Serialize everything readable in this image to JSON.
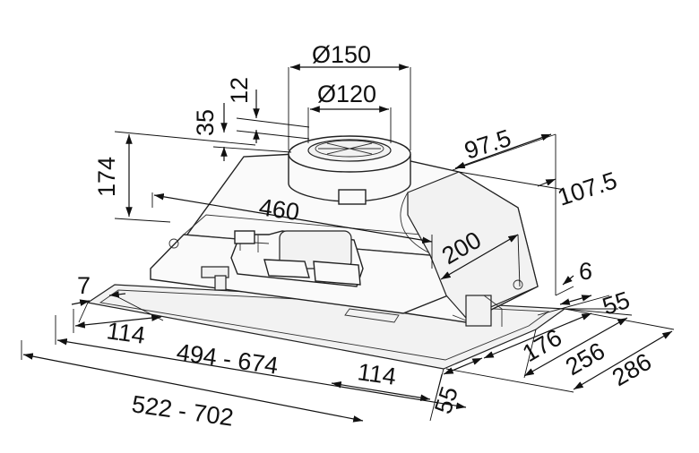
{
  "dimensions": {
    "dia150": "Ø150",
    "dia120": "Ø120",
    "d12": "12",
    "d35": "35",
    "d174": "174",
    "d97_5": "97.5",
    "d107_5": "107.5",
    "d460": "460",
    "d200": "200",
    "d7": "7",
    "d6": "6",
    "d55_right": "55",
    "d114_left": "114",
    "d494_674": "494 - 674",
    "d176": "176",
    "d256": "256",
    "d286": "286",
    "d114_right": "114",
    "d522_702": "522 - 702",
    "d55_bottom": "55"
  },
  "colors": {
    "line": "#111111",
    "body_fill": "#fafafa",
    "background": "#ffffff"
  }
}
